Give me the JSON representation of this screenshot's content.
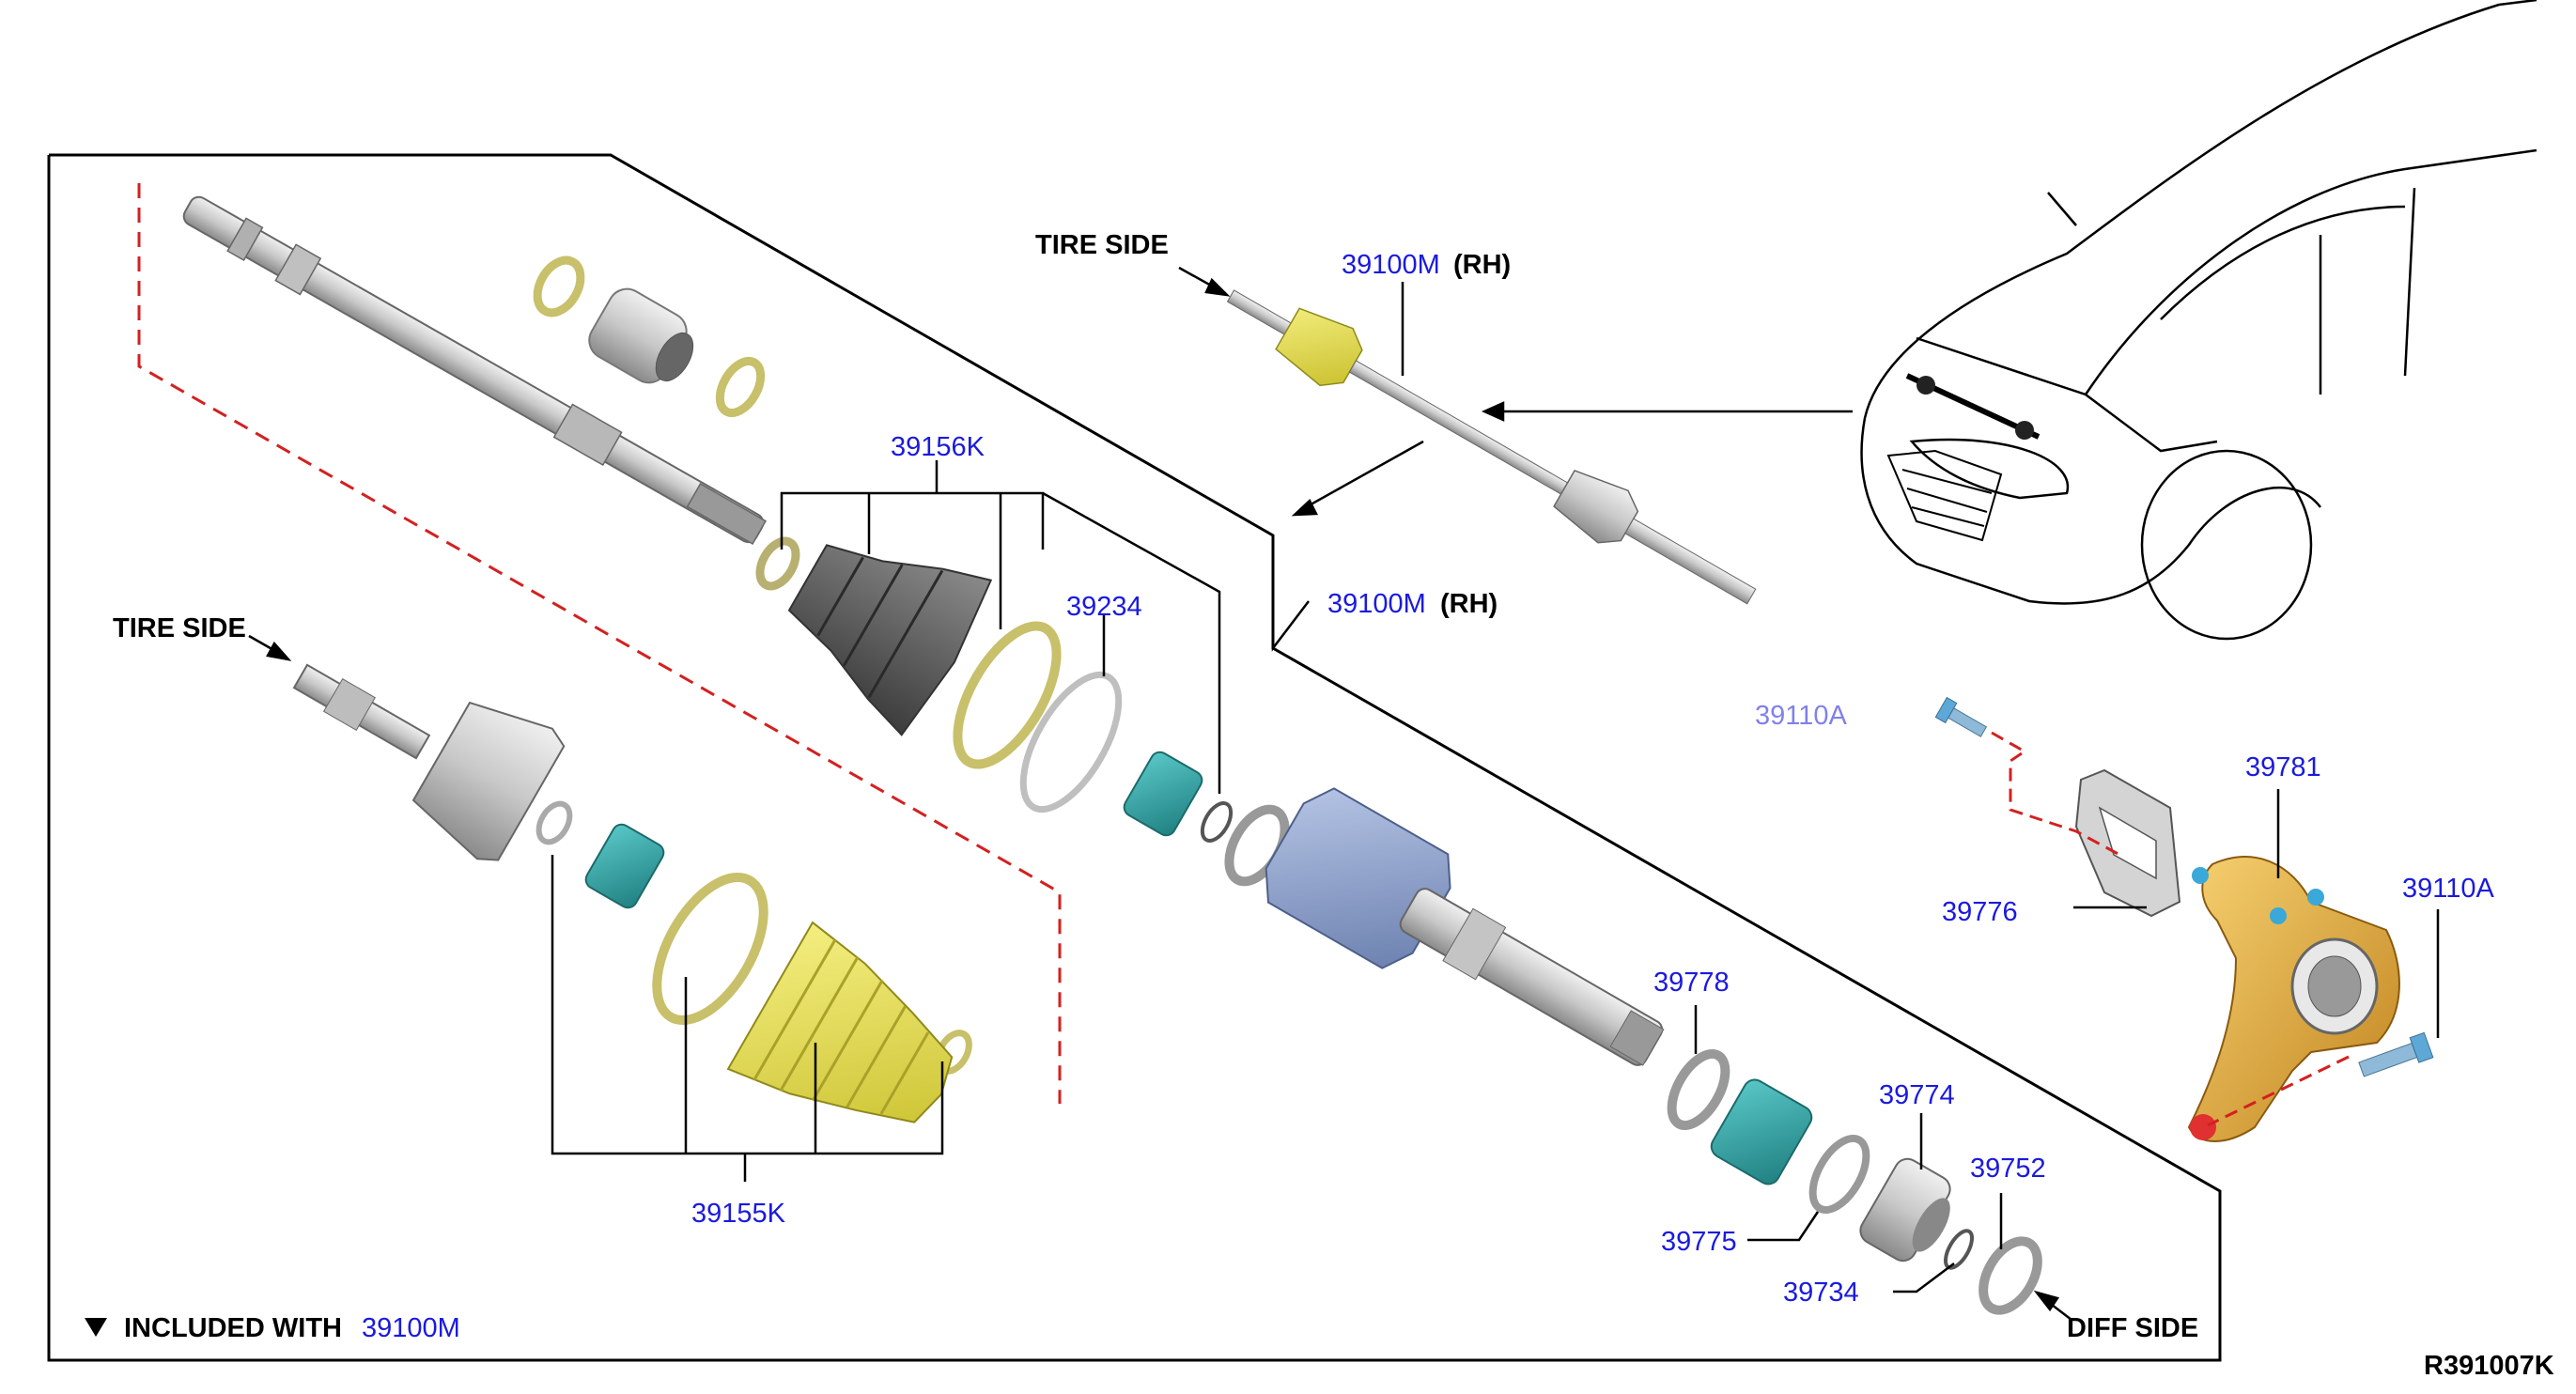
{
  "labels": {
    "tire_side_upper": "TIRE SIDE",
    "tire_side_lower": "TIRE SIDE",
    "shaft_assy_top": "39100M",
    "shaft_assy_top_side": "(RH)",
    "shaft_assy_mid": "39100M",
    "shaft_assy_mid_side": "(RH)",
    "boot_kit_inner": "39156K",
    "boot_kit_outer": "39155K",
    "band": "39234",
    "washer_39778": "39778",
    "bearing_39774": "39774",
    "plate_39775": "39775",
    "snap_ring_39734": "39734",
    "seal_39752": "39752",
    "bracket_39781": "39781",
    "plate_39776": "39776",
    "bolt_39110a": "39110A",
    "bolt_39110a_partial": "39110A",
    "diff_side": "DIFF SIDE",
    "legend_prefix": "INCLUDED WITH",
    "legend_part": "39100M",
    "diagram_code": "R391007K"
  },
  "colors": {
    "part_number": "#1a1adf",
    "callout": "#000000",
    "dashed": "#d42020",
    "boot_yellow": "#e8e04a",
    "bearing_teal": "#3aa8a8",
    "housing_blue": "#8a9fc9",
    "bracket_gold": "#e0a838"
  }
}
